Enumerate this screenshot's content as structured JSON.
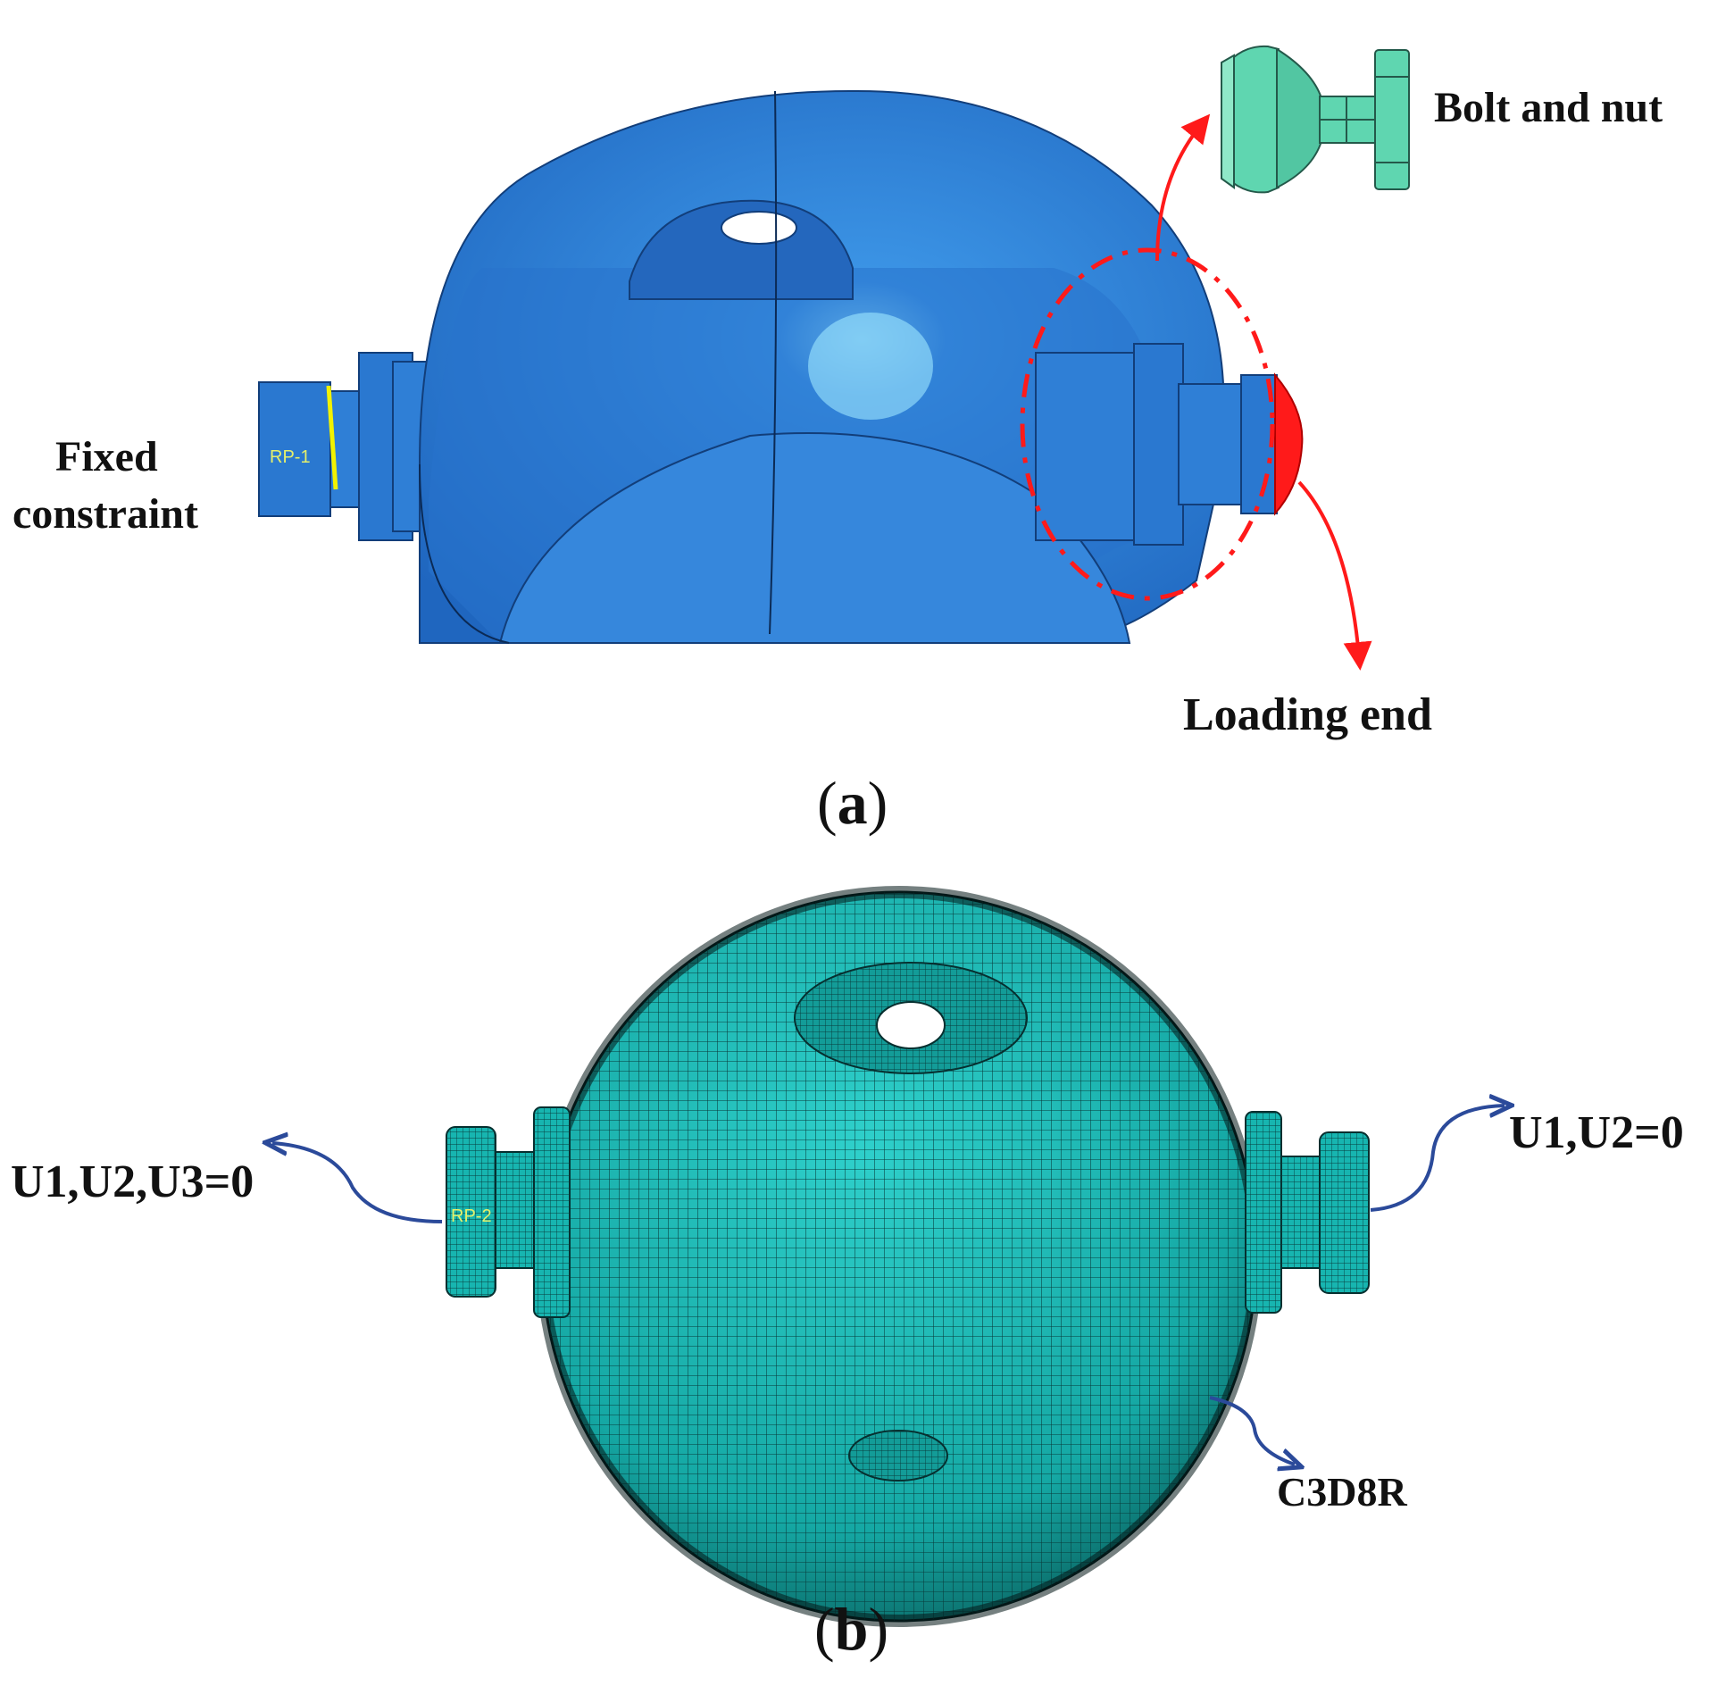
{
  "panel_a": {
    "caption_open": "(",
    "caption_letter": "a",
    "caption_close": ")",
    "label_fixed_line1": "Fixed",
    "label_fixed_line2": "constraint",
    "label_bolt": "Bolt and nut",
    "label_loading": "Loading end",
    "rp_tag": "RP-1",
    "colors": {
      "body": "#2f7fd6",
      "body_dark": "#1f5fae",
      "bolt": "#5fd6b0",
      "load": "#ff1a1a",
      "constraint": "#f2f200"
    }
  },
  "panel_b": {
    "caption_open": "(",
    "caption_letter": "b",
    "caption_close": ")",
    "label_left": "U1,U2,U3=0",
    "label_right": "U1,U2=0",
    "label_element": "C3D8R",
    "rp_tag": "RP-2",
    "colors": {
      "mesh": "#17b5b0",
      "mesh_line": "#0a3a3a",
      "arrow": "#2b4a9a"
    }
  }
}
